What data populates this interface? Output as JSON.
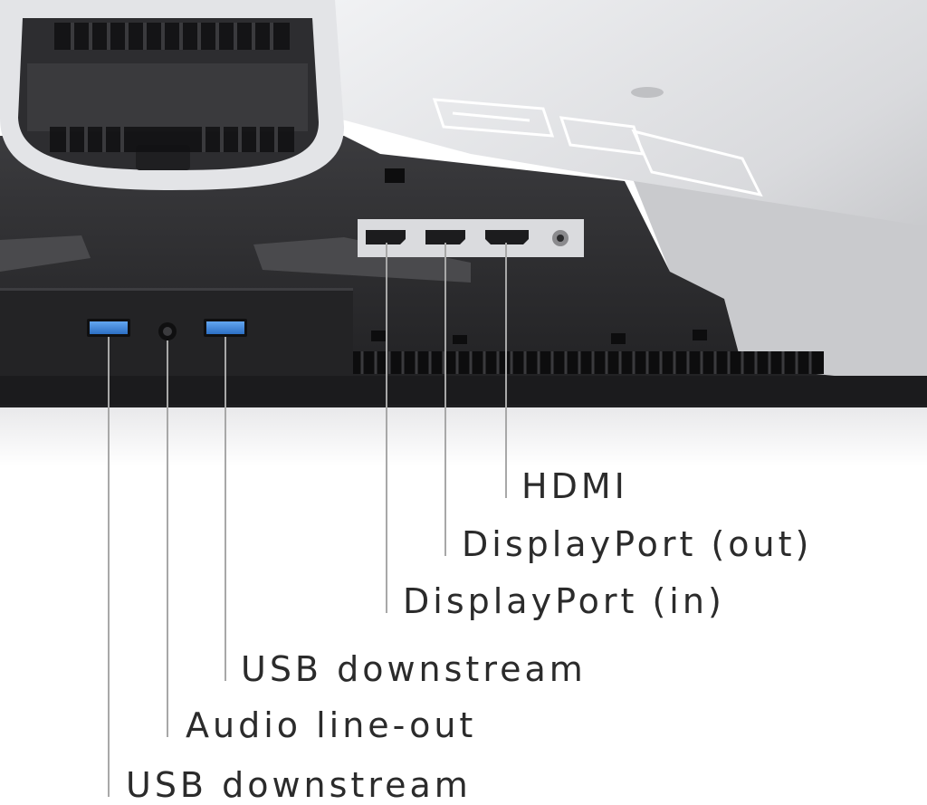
{
  "callouts": [
    {
      "id": "hdmi",
      "label": "HDMI"
    },
    {
      "id": "dp-out",
      "label": "DisplayPort (out)"
    },
    {
      "id": "dp-in",
      "label": "DisplayPort (in)"
    },
    {
      "id": "usb-downstream-right",
      "label": "USB downstream"
    },
    {
      "id": "audio-line-out",
      "label": "Audio line-out"
    },
    {
      "id": "usb-downstream-left",
      "label": "USB downstream"
    }
  ],
  "colors": {
    "housing_dark": "#2a2a2c",
    "housing_light": "#dcdde0",
    "usb_port_blue": "#3a82d8",
    "leader_line": "#a8a8a8",
    "label_text": "#2b2b2b"
  }
}
